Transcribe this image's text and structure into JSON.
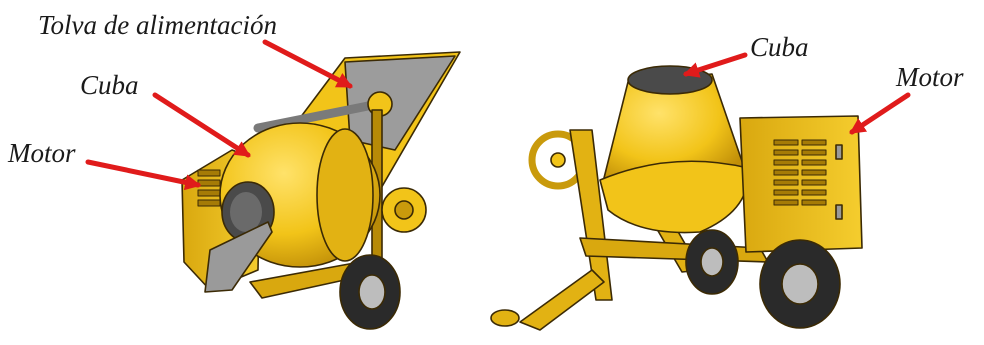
{
  "labels": {
    "hopper": "Tolva de alimentación",
    "drum_left": "Cuba",
    "motor_left": "Motor",
    "drum_right": "Cuba",
    "motor_right": "Motor"
  },
  "colors": {
    "arrow": "#e01b1b",
    "body_yellow": "#f2c419",
    "body_shadow": "#c99a0c",
    "outline": "#3b2a05",
    "metal": "#8f8f8f",
    "tire": "#2a2a2a"
  }
}
